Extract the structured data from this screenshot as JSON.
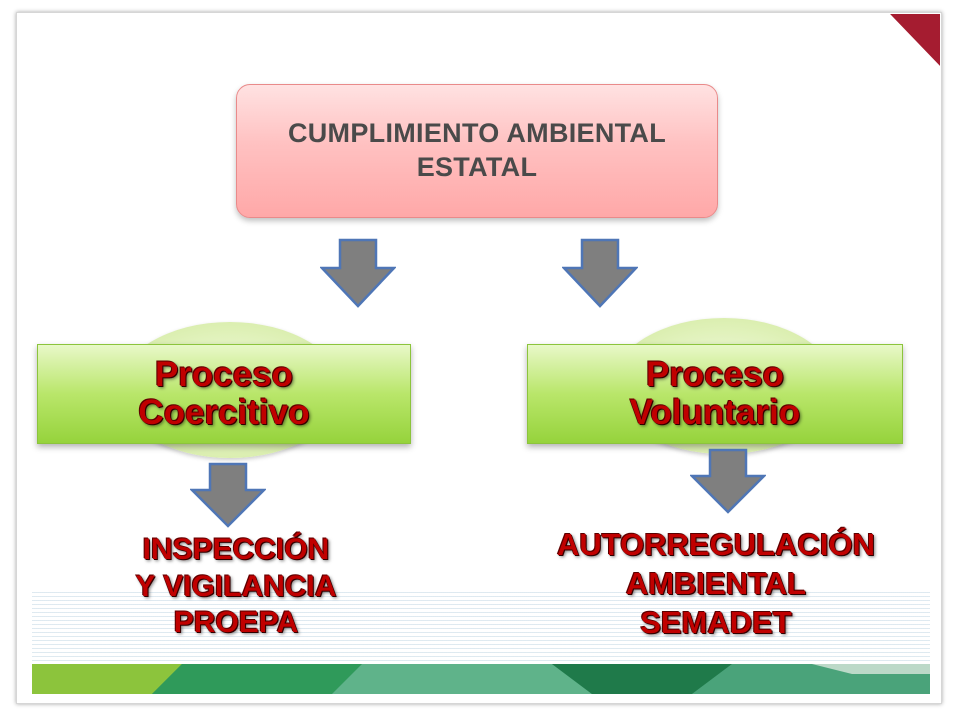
{
  "colors": {
    "top_box_fill": "#ffc1c1",
    "green_box_fill": "#b9e66a",
    "text_red": "#c00000",
    "arrow_fill": "#7f7f7f",
    "arrow_stroke": "#4f76b6",
    "accent_corner": "#a51c30",
    "band_green": "#2f9a5a"
  },
  "diagram": {
    "top": {
      "label": "CUMPLIMIENTO AMBIENTAL\nESTATAL"
    },
    "left": {
      "process_label": "Proceso\nCoercitivo",
      "result_label": "INSPECCIÓN\nY VIGILANCIA\nPROEPA"
    },
    "right": {
      "process_label": "Proceso\nVoluntario",
      "result_label": "AUTORREGULACIÓN\nAMBIENTAL\nSEMADET"
    },
    "arrows": [
      "down-arrow",
      "down-arrow",
      "down-arrow",
      "down-arrow"
    ]
  }
}
